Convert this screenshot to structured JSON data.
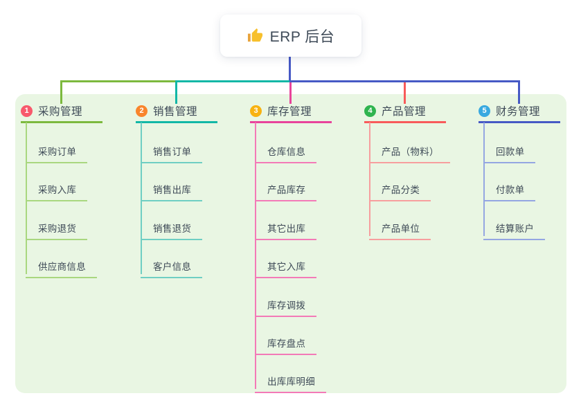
{
  "root": {
    "title": "ERP 后台",
    "icon": "thumbs-up-icon"
  },
  "colors": {
    "canvas_bg": "#ffffff",
    "panel_bg": "#e9f6e3",
    "text": "#3e4a57",
    "root_card_bg": "#ffffff",
    "root_line": "#4659c5",
    "thumb_yellow": "#f7c02d",
    "thumb_cuff": "#e8a33d"
  },
  "branches": [
    {
      "num": "1",
      "label": "采购管理",
      "badge_color": "#f8596c",
      "line_color": "#7cb93e",
      "sub_line_color": "#a9d77f",
      "children": [
        "采购订单",
        "采购入库",
        "采购退货",
        "供应商信息"
      ]
    },
    {
      "num": "2",
      "label": "销售管理",
      "badge_color": "#f9852c",
      "line_color": "#12b7a6",
      "sub_line_color": "#6fcec3",
      "children": [
        "销售订单",
        "销售出库",
        "销售退货",
        "客户信息"
      ]
    },
    {
      "num": "3",
      "label": "库存管理",
      "badge_color": "#f8b211",
      "line_color": "#e8439b",
      "sub_line_color": "#f37ab7",
      "children": [
        "仓库信息",
        "产品库存",
        "其它出库",
        "其它入库",
        "库存调拨",
        "库存盘点",
        "出库库明细"
      ]
    },
    {
      "num": "4",
      "label": "产品管理",
      "badge_color": "#2fb44f",
      "line_color": "#f85a5a",
      "sub_line_color": "#f79e9e",
      "children": [
        "产品（物料）",
        "产品分类",
        "产品单位"
      ]
    },
    {
      "num": "5",
      "label": "财务管理",
      "badge_color": "#39a9e0",
      "line_color": "#4659c5",
      "sub_line_color": "#94a6e2",
      "children": [
        "回款单",
        "付款单",
        "结算账户"
      ]
    }
  ]
}
